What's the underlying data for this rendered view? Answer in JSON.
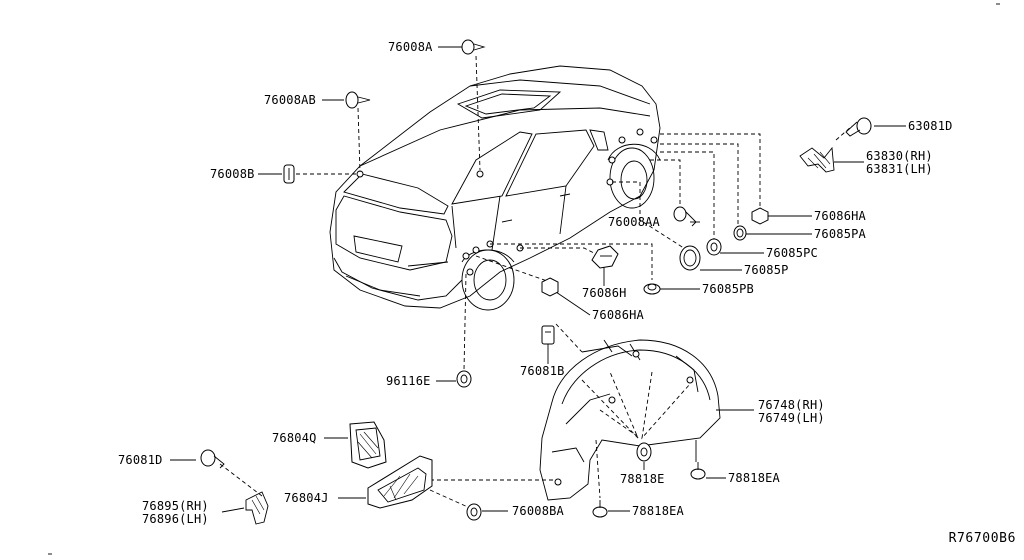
{
  "reference_code": "R76700B6",
  "callouts": [
    {
      "id": "76008A",
      "text": "76008A"
    },
    {
      "id": "76008AB",
      "text": "76008AB"
    },
    {
      "id": "76008B",
      "text": "76008B"
    },
    {
      "id": "63081D",
      "text": "63081D"
    },
    {
      "id": "63830",
      "lines": [
        "63830(RH)",
        "63831(LH)"
      ]
    },
    {
      "id": "76086HA-top",
      "text": "76086HA"
    },
    {
      "id": "76008AA",
      "text": "76008AA"
    },
    {
      "id": "76085PA",
      "text": "76085PA"
    },
    {
      "id": "76085PC",
      "text": "76085PC"
    },
    {
      "id": "76085P",
      "text": "76085P"
    },
    {
      "id": "76086H",
      "text": "76086H"
    },
    {
      "id": "76085PB",
      "text": "76085PB"
    },
    {
      "id": "76086HA-mid",
      "text": "76086HA"
    },
    {
      "id": "96116E",
      "text": "96116E"
    },
    {
      "id": "76081B",
      "text": "76081B"
    },
    {
      "id": "76748",
      "lines": [
        "76748(RH)",
        "76749(LH)"
      ]
    },
    {
      "id": "76804Q",
      "text": "76804Q"
    },
    {
      "id": "76081D",
      "text": "76081D"
    },
    {
      "id": "78818E",
      "text": "78818E"
    },
    {
      "id": "78818EA-right",
      "text": "78818EA"
    },
    {
      "id": "76804J",
      "text": "76804J"
    },
    {
      "id": "76895",
      "lines": [
        "76895(RH)",
        "76896(LH)"
      ]
    },
    {
      "id": "76008BA",
      "text": "76008BA"
    },
    {
      "id": "78818EA-bottom",
      "text": "78818EA"
    }
  ]
}
